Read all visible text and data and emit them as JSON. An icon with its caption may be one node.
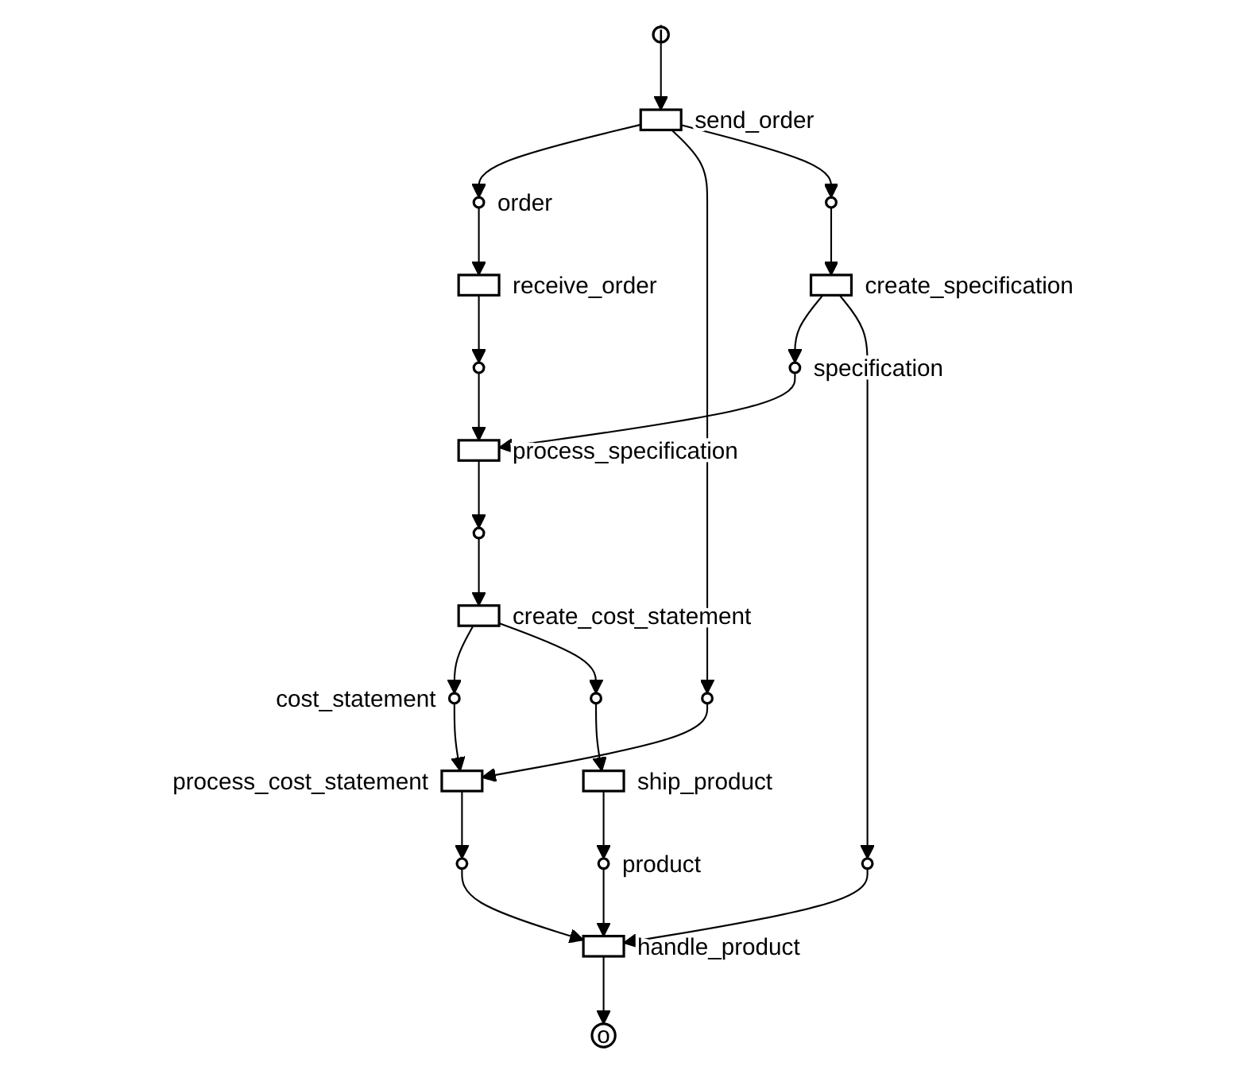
{
  "diagram": {
    "nodes": [
      {
        "text": [
          "i"
        ]
      },
      {
        "text": [],
        "shape": "box",
        "beside": [
          "send_order"
        ]
      },
      {
        "text": [],
        "shape": "circle",
        "beside": [
          "order"
        ]
      },
      {
        "text": [],
        "shape": "box",
        "beside": [
          "receive_order"
        ]
      },
      {
        "text": [],
        "shape": "circle"
      },
      {
        "text": [],
        "shape": "circle"
      },
      {
        "text": [],
        "shape": "circle"
      },
      {
        "text": [],
        "shape": "box",
        "beside": [
          "create_specification"
        ]
      },
      {
        "text": [],
        "shape": "circle",
        "beside": [
          "specification"
        ]
      },
      {
        "text": [],
        "shape": "box",
        "beside": [
          "process_specification"
        ]
      },
      {
        "text": [],
        "shape": "circle"
      },
      {
        "text": [],
        "shape": "box",
        "beside": [
          "process_cost_statement"
        ]
      },
      {
        "text": [],
        "shape": "circle",
        "beside": [
          "cost_statement"
        ]
      },
      {
        "text": [],
        "shape": "box",
        "beside": [
          "create_cost_statement"
        ]
      },
      {
        "text": [],
        "shape": "circle"
      },
      {
        "text": [],
        "shape": "circle"
      },
      {
        "text": [],
        "shape": "circle"
      },
      {
        "text": [],
        "shape": "box",
        "beside": [
          "handle_product"
        ]
      },
      {
        "text": [],
        "shape": "circle",
        "beside": [
          "product"
        ]
      },
      {
        "text": [],
        "shape": "box",
        "beside": [
          "ship_product"
        ]
      },
      {
        "text": [
          "o"
        ]
      }
    ],
    "edges": [
      {
        "from": 0,
        "to": 1,
        "arrow": "to"
      },
      {
        "from": 1,
        "to": 2,
        "arrow": "to"
      },
      {
        "from": 2,
        "to": 3,
        "arrow": "to"
      },
      {
        "from": 1,
        "to": 4,
        "arrow": "to"
      },
      {
        "from": 1,
        "to": 5,
        "arrow": "to"
      },
      {
        "from": 3,
        "to": 6,
        "arrow": "to"
      },
      {
        "from": 5,
        "to": 7,
        "arrow": "to"
      },
      {
        "from": 7,
        "to": 8,
        "arrow": "to"
      },
      {
        "from": 8,
        "to": 9,
        "arrow": "to"
      },
      {
        "from": 6,
        "to": 9,
        "arrow": "to"
      },
      {
        "from": 9,
        "to": 10,
        "arrow": "to"
      },
      {
        "from": 10,
        "to": 13,
        "arrow": "to"
      },
      {
        "from": 13,
        "to": 12,
        "arrow": "to"
      },
      {
        "from": 12,
        "to": 11,
        "arrow": "to"
      },
      {
        "from": 4,
        "to": 11,
        "arrow": "to"
      },
      {
        "from": 7,
        "to": 15,
        "arrow": "to"
      },
      {
        "from": 13,
        "to": 16,
        "arrow": "to"
      },
      {
        "from": 11,
        "to": 14,
        "arrow": "to"
      },
      {
        "from": 14,
        "to": 17,
        "arrow": "to"
      },
      {
        "from": 15,
        "to": 17,
        "arrow": "to"
      },
      {
        "from": 16,
        "to": 19,
        "arrow": "to"
      },
      {
        "from": 19,
        "to": 18,
        "arrow": "to"
      },
      {
        "from": 18,
        "to": 17,
        "arrow": "to"
      },
      {
        "from": 17,
        "to": 20,
        "arrow": "to"
      }
    ]
  }
}
